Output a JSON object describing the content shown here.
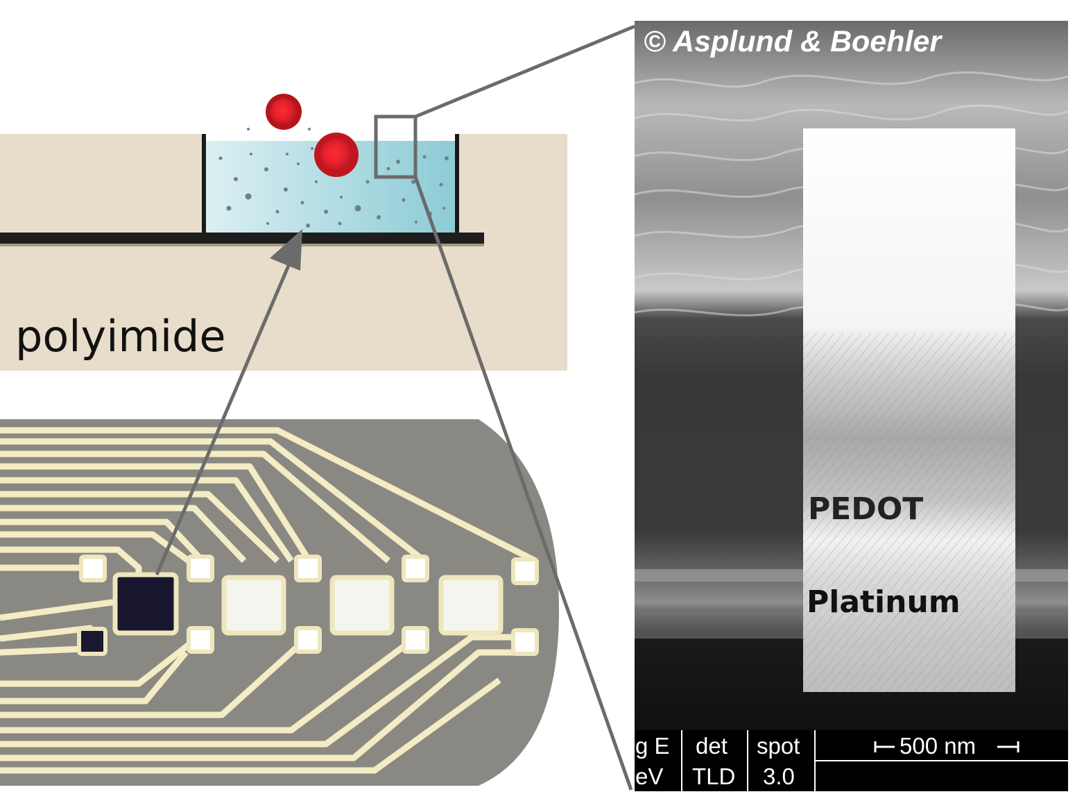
{
  "labels": {
    "copyright": "© Asplund & Boehler",
    "substrate": "polyimide",
    "upper_layer": "PEDOT",
    "lower_layer": "Platinum"
  },
  "sem_databar": {
    "cells": [
      {
        "header": "g E",
        "value": "eV"
      },
      {
        "header": "det",
        "value": "TLD"
      },
      {
        "header": "spot",
        "value": "3.0"
      }
    ],
    "scale_bar": "500 nm"
  },
  "colors": {
    "polyimide": "#e8dccb",
    "electrolyte": "#a9d6de",
    "particle": "#e0262f",
    "connector_line": "#6b6b6b",
    "gold_trace": "#f3ecc4",
    "probe_body": "#8a8882"
  }
}
